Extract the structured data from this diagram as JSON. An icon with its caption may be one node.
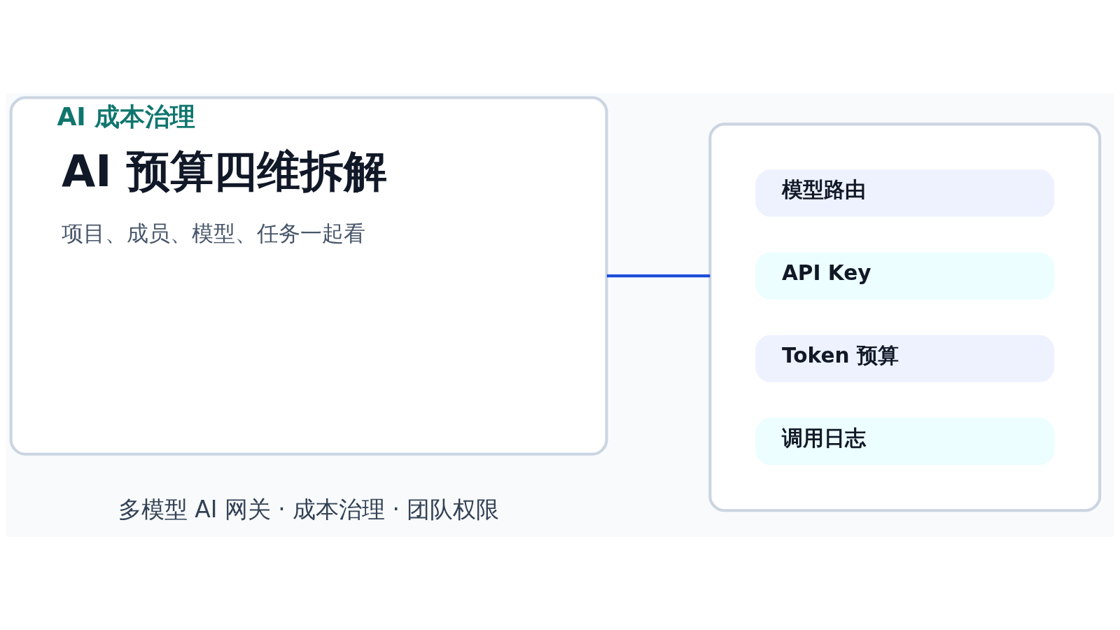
{
  "diagram": {
    "nodes": [
      {
        "text": [
          "AI 成本治理",
          "AI 预算四维拆解",
          "项目、成员、模型、任务一起看"
        ]
      },
      {
        "text": [],
        "shape": "box"
      },
      {
        "text": [
          "模型路由"
        ],
        "in": 1
      },
      {
        "text": [
          "API Key"
        ],
        "in": 1
      },
      {
        "text": [
          "Token 预算"
        ],
        "in": 1
      },
      {
        "text": [
          "调用日志"
        ],
        "in": 1
      }
    ],
    "edges": [
      {
        "from": 0,
        "to": 1,
        "arrow": "none",
        "color": "#1d4ed8"
      }
    ],
    "labels": [
      "多模型 AI 网关 · 成本治理 · 团队权限"
    ]
  }
}
